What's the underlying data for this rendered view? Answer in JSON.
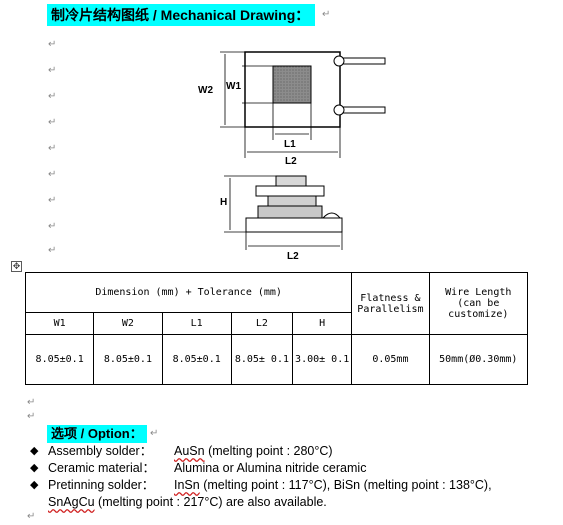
{
  "page": {
    "title": "制冷片结构图纸 / Mechanical Drawing：",
    "paragraph_mark": "↵"
  },
  "drawing": {
    "top_view": {
      "w2": "W2",
      "w1": "W1",
      "l1": "L1",
      "l2": "L2"
    },
    "side_view": {
      "h": "H",
      "l2": "L2"
    }
  },
  "table": {
    "header": {
      "dimension": "Dimension (mm) + Tolerance (mm)",
      "flatness": "Flatness & Parallelism",
      "wire": "Wire Length (can be customize)"
    },
    "columns": [
      "W1",
      "W2",
      "L1",
      "L2",
      "H"
    ],
    "values": [
      "8.05±0.1",
      "8.05±0.1",
      "8.05±0.1",
      "8.05± 0.1",
      "3.00± 0.1"
    ],
    "flatness_value": "0.05mm",
    "wire_value": "50mm(Ø0.30mm)"
  },
  "options": {
    "title": "选项 / Option：",
    "items": [
      {
        "label": "Assembly  solder：",
        "value_prefix": "",
        "value_underlined": "AuSn",
        "value_rest": " (melting point : 280°C)"
      },
      {
        "label": "Ceramic  material：",
        "value_prefix": "",
        "value_underlined": "",
        "value_rest": "Alumina or Alumina nitride ceramic"
      },
      {
        "label": "Pretinning  solder：",
        "value_prefix": "",
        "value_underlined": "InSn",
        "value_rest": " (melting point : 117°C), BiSn (melting point : 138°C),"
      }
    ],
    "continuation_underlined": "SnAgCu",
    "continuation_rest": " (melting point : 217°C) are also available."
  }
}
